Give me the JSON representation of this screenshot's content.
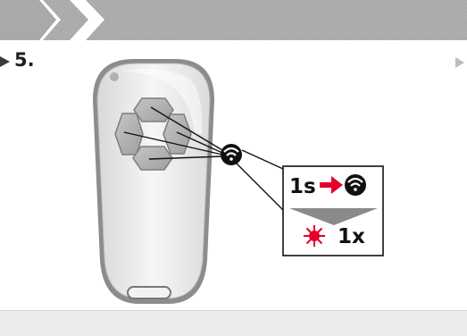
{
  "step": {
    "number": "5."
  },
  "instruction": {
    "press_duration": "1s",
    "led_count": "1x"
  },
  "icons": {
    "breadcrumb": "chevron-right-icon",
    "signal": "radio-signal-icon",
    "arrow": "arrow-right-icon",
    "down": "triangle-down-icon",
    "led": "led-flash-icon"
  },
  "colors": {
    "header": "#a9a9a9",
    "accent_red": "#e4002b",
    "ink": "#1e1e1e",
    "remote_body": "#ebebeb"
  }
}
